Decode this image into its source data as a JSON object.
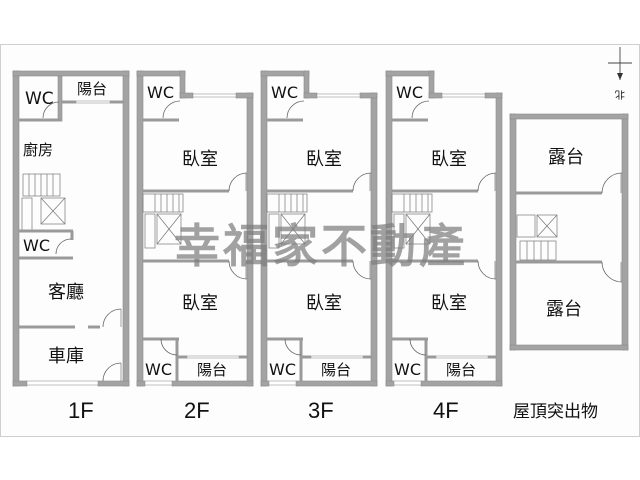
{
  "watermark": "幸福家不動產",
  "north_label": "北",
  "floors": [
    {
      "label": "1F",
      "rooms": {
        "wc_top": "WC",
        "balcony": "陽台",
        "kitchen": "廚房",
        "wc_mid": "WC",
        "living": "客廳",
        "garage": "車庫"
      }
    },
    {
      "label": "2F",
      "rooms": {
        "wc_top": "WC",
        "bed_top": "臥室",
        "bed_bottom": "臥室",
        "wc_bottom": "WC",
        "balcony": "陽台"
      }
    },
    {
      "label": "3F",
      "rooms": {
        "wc_top": "WC",
        "bed_top": "臥室",
        "bed_bottom": "臥室",
        "wc_bottom": "WC",
        "balcony": "陽台"
      }
    },
    {
      "label": "4F",
      "rooms": {
        "wc_top": "WC",
        "bed_top": "臥室",
        "bed_bottom": "臥室",
        "wc_bottom": "WC",
        "balcony": "陽台"
      }
    },
    {
      "label": "屋頂突出物",
      "rooms": {
        "terrace_top": "露台",
        "terrace_bottom": "露台"
      }
    }
  ],
  "colors": {
    "wall": "#a3a3a3",
    "frame": "#cfcfcf",
    "text": "#111111",
    "watermark": "#7d7d7d"
  }
}
